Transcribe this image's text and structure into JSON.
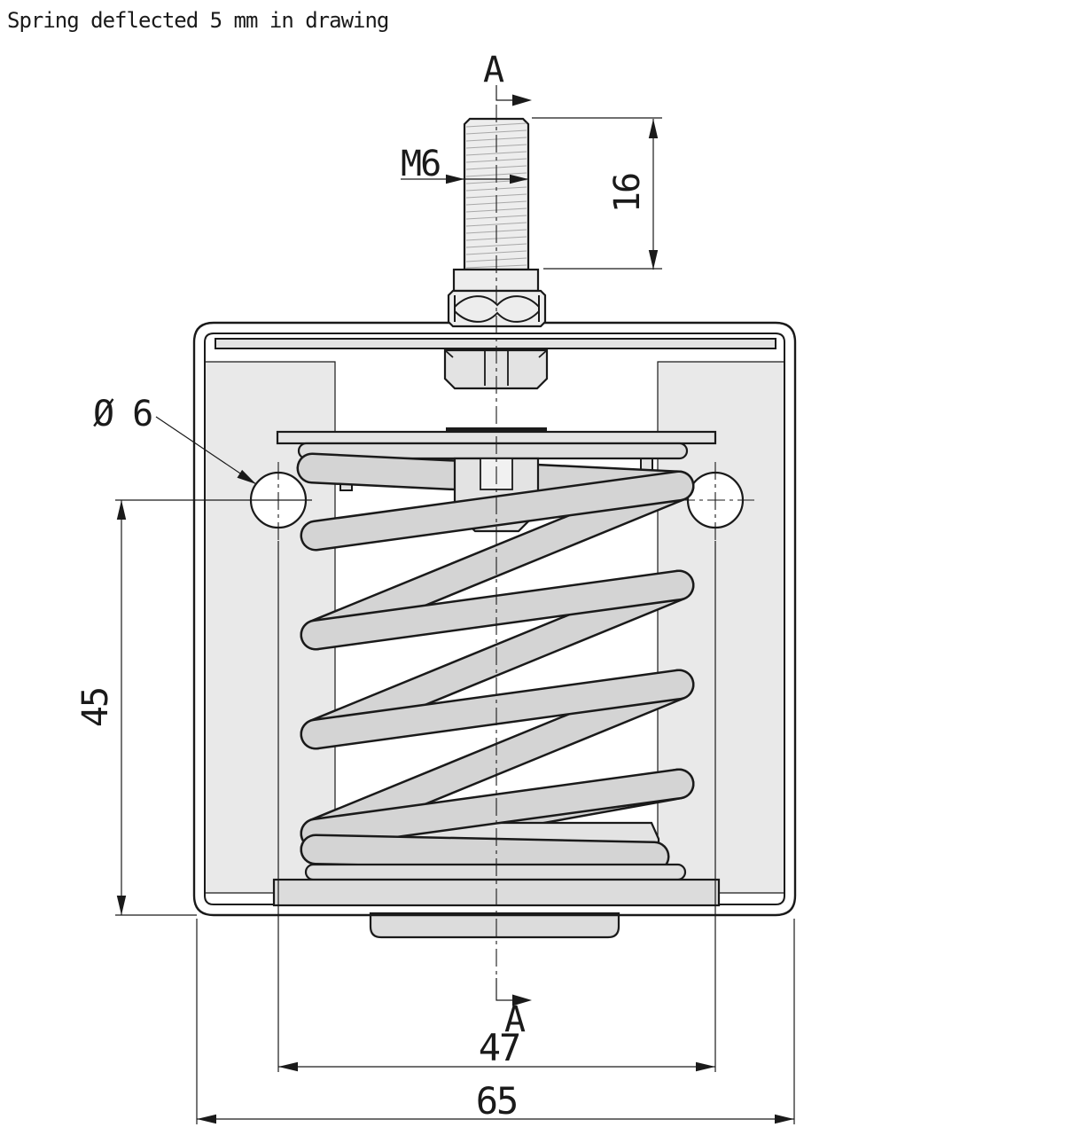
{
  "note": "Spring deflected 5 mm in drawing",
  "section": {
    "top": "A",
    "bottom": "A"
  },
  "dims": {
    "thread": "M6",
    "stud_length": "16",
    "hole_diameter": "Ø 6",
    "center_height": "45",
    "hole_spacing": "47",
    "overall_width": "65"
  },
  "colors": {
    "line": "#1a1a1a",
    "panel": "#e9e9e9",
    "plate": "#e3e3e3",
    "wire": "#d4d4d4",
    "stud": "#ededed"
  }
}
